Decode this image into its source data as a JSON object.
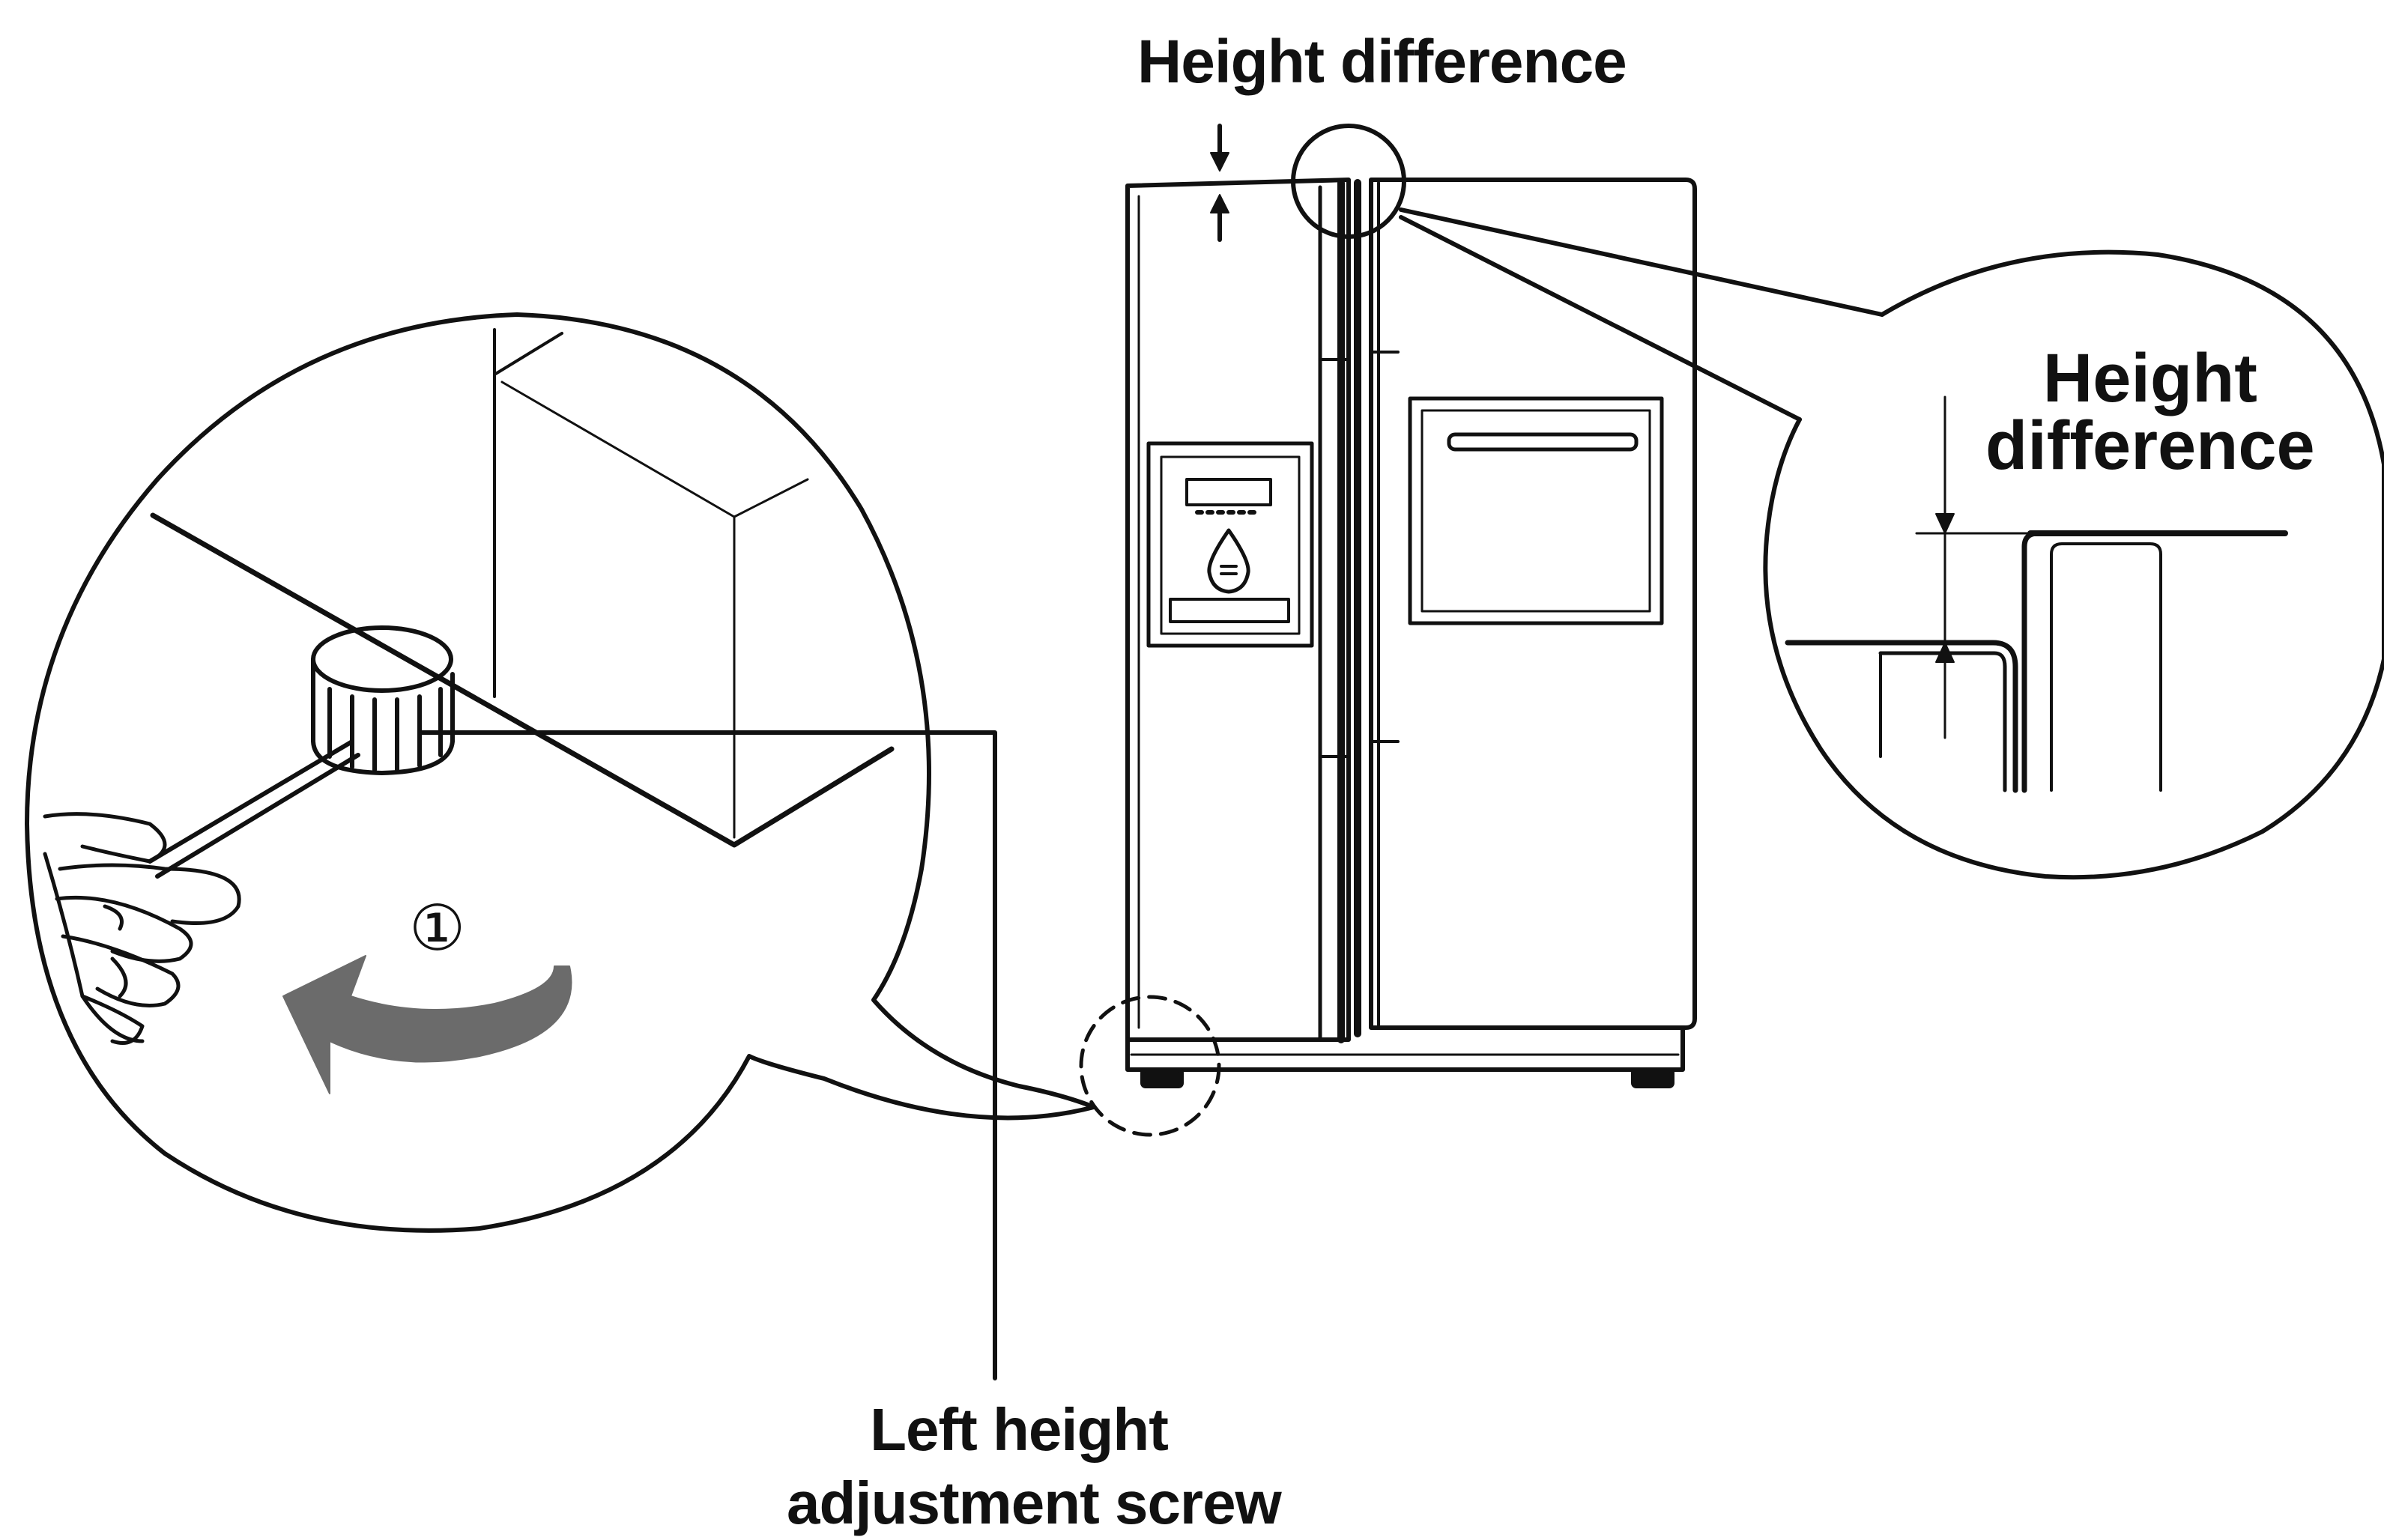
{
  "labels": {
    "height_difference_top": "Height difference",
    "height_difference_zoom_line1": "Height",
    "height_difference_zoom_line2": "difference",
    "screw_line1": "Left height",
    "screw_line2": "adjustment screw",
    "step_marker": "①"
  },
  "colors": {
    "stroke": "#111111",
    "arrow_fill": "#6b6b6b",
    "background": "#ffffff"
  },
  "icons": {
    "rotate_arrow": "counterclockwise-arrow-icon",
    "hand": "hand-with-screwdriver-icon",
    "water_drop": "water-drop-icon"
  }
}
